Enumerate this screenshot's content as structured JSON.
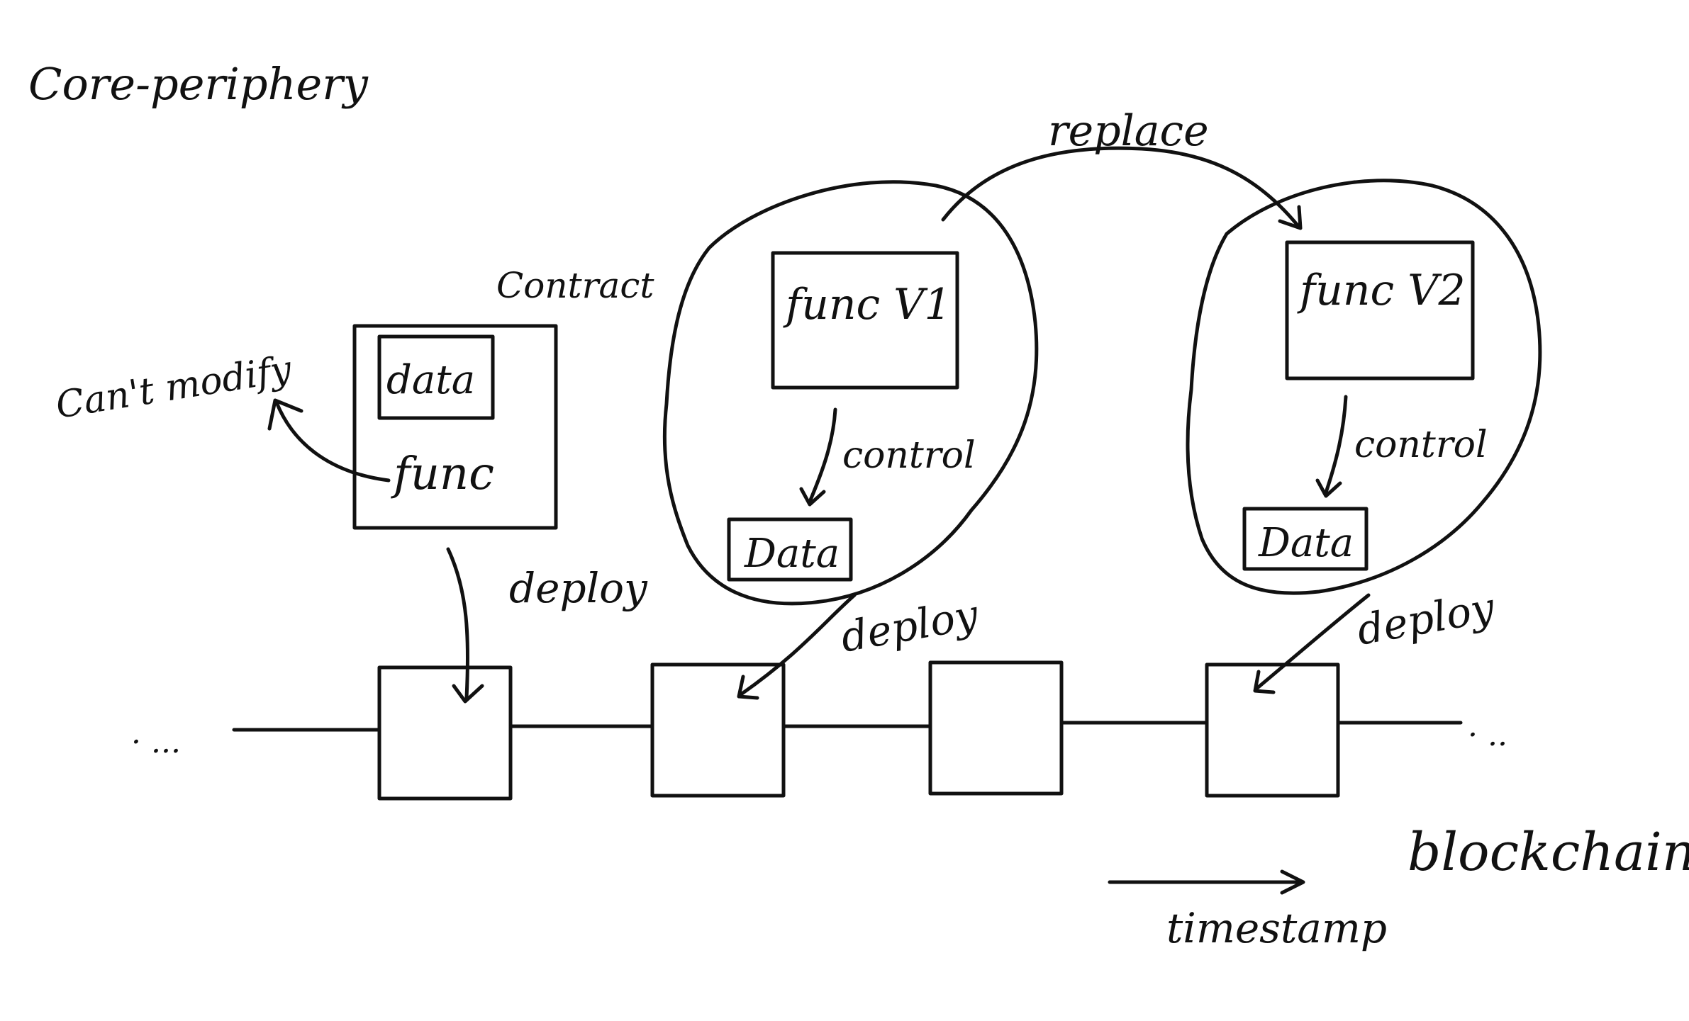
{
  "title": "Core-periphery",
  "colors": {
    "ink": "#111111",
    "background": "#ffffff"
  },
  "contract": {
    "label": "Contract",
    "data_label": "data",
    "func_label": "func",
    "note": "Can't modify",
    "deploy_label": "deploy"
  },
  "upgradeable": {
    "replace_label": "replace",
    "v1": {
      "func_label": "func V1",
      "control_label": "control",
      "data_label": "Data",
      "deploy_label": "deploy"
    },
    "v2": {
      "func_label": "func V2",
      "control_label": "control",
      "data_label": "Data",
      "deploy_label": "deploy"
    }
  },
  "chain": {
    "label": "blockchain",
    "left_ellipsis": "· ...",
    "right_ellipsis": "· ..",
    "block_count": 4,
    "time_label": "timestamp"
  }
}
